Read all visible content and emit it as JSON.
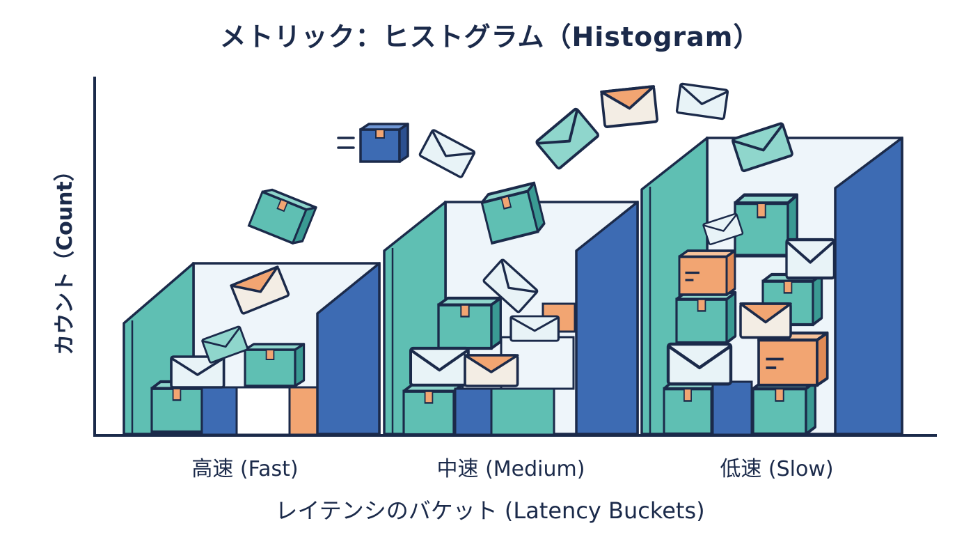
{
  "title": "メトリック：ヒストグラム（Histogram）",
  "y_axis_label": "カウント（Count）",
  "x_axis_label": "レイテンシのバケット (Latency Buckets)",
  "buckets": [
    {
      "label": "高速 (Fast)",
      "level": "low"
    },
    {
      "label": "中速 (Medium)",
      "level": "medium"
    },
    {
      "label": "低速 (Slow)",
      "level": "high"
    }
  ],
  "colors": {
    "navy": "#1b2a4a",
    "teal": "#5fbfb3",
    "teal_dark": "#3a9a93",
    "blue": "#3d6bb3",
    "orange": "#f2a572",
    "envelope": "#e8f3f7",
    "bin_back": "#eef5fa"
  },
  "icons": [
    "box-icon",
    "envelope-icon"
  ]
}
